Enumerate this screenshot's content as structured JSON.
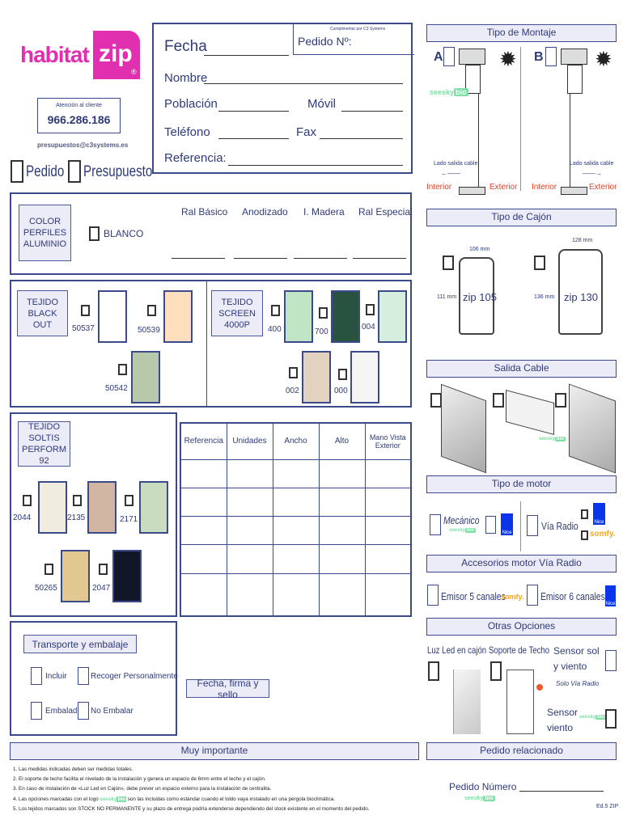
{
  "logo": {
    "brand": "habitat",
    "brand2": "zip",
    "reg": "®"
  },
  "contact": {
    "label": "Atención al cliente",
    "phone": "966.286.186",
    "email": "presupuestos@c3systems.es"
  },
  "type_options": [
    "Pedido",
    "Presupuesto"
  ],
  "header": {
    "c3_note": "Cumplimentar por C3 Systems",
    "pedido_no": "Pedido Nº:",
    "fecha": "Fecha",
    "nombre": "Nombre",
    "poblacion": "Población",
    "movil": "Móvil",
    "telefono": "Teléfono",
    "fax": "Fax",
    "referencia": "Referencia:"
  },
  "color": {
    "label": "COLOR PERFILES ALUMINIO",
    "blanco": "BLANCO",
    "columns": [
      "Ral Básico",
      "Anodizado",
      "I. Madera",
      "Ral Especial"
    ]
  },
  "blackout": {
    "label": "TEJIDO BLACK OUT",
    "swatches": [
      {
        "code": "50537",
        "color": "#ffffff"
      },
      {
        "code": "50539",
        "color": "#ffdfbd"
      },
      {
        "code": "50542",
        "color": "#b7c8ab"
      }
    ]
  },
  "screen": {
    "label": "TEJIDO SCREEN 4000P",
    "swatches": [
      {
        "code": "400",
        "color": "#bfe5c6"
      },
      {
        "code": "700",
        "color": "#2a5240"
      },
      {
        "code": "004",
        "color": "#d5eedd"
      },
      {
        "code": "002",
        "color": "#e3d2bf"
      },
      {
        "code": "000",
        "color": "#f5f5f5"
      }
    ]
  },
  "soltis": {
    "label": "TEJIDO SOLTIS PERFORM 92",
    "swatches": [
      {
        "code": "2044",
        "color": "#f0ece0"
      },
      {
        "code": "2135",
        "color": "#d2b5a2"
      },
      {
        "code": "2171",
        "color": "#c9dcc0"
      },
      {
        "code": "50265",
        "color": "#e0c890"
      },
      {
        "code": "2047",
        "color": "#111628"
      }
    ]
  },
  "table": {
    "headers": [
      "Referencia",
      "Unidades",
      "Ancho",
      "Alto",
      "Mano Vista Exterior"
    ]
  },
  "transport": {
    "title": "Transporte y embalaje",
    "options": [
      "Incluir",
      "Recoger Personalmente",
      "Embalado",
      "No Embalar"
    ],
    "firma": "Fecha, firma y sello"
  },
  "important": {
    "title": "Muy importante",
    "notes": [
      "1. Las medidas indicadas deben ser medidas totales.",
      "2. El soporte de techo facilita el nivelado de la instalación y genera un espacio de 6mm entre el techo y el cajón.",
      "3. En caso de instalación de «Luz Led en Cajón», debe prever un espacio externo para la instalación de centralita.",
      "4. Las opciones marcadas con el logo",
      "son las incluidas como estándar cuando el toldo vaya instalado en una pérgola bioclimática.",
      "5. Los tejidos marcados son STOCK NO PERMANENTE y su plazo de entrega podría extenderse dependiendo del stock existente en el momento del pedido."
    ]
  },
  "montaje": {
    "title": "Tipo de Montaje",
    "a": "A",
    "b": "B",
    "cable": "Lado salida cable",
    "interior": "Interior",
    "exterior": "Exterior"
  },
  "seesky": {
    "name": "seesky",
    "bio": "bio"
  },
  "cajon": {
    "title": "Tipo de Cajón",
    "z105": "zip 105",
    "z130": "zip 130",
    "w105": "106 mm",
    "h105": "111 mm",
    "w130": "128 mm",
    "h130": "136 mm"
  },
  "salida": {
    "title": "Salida Cable"
  },
  "motor": {
    "title": "Tipo de motor",
    "mecanico": "Mecánico",
    "radio": "Vía Radio",
    "nice": "Nice",
    "somfy": "somfy."
  },
  "accesorios": {
    "title": "Accesorios motor Vía Radio",
    "e5": "Emisor 5 canales",
    "e6": "Emisor 6 canales"
  },
  "otras": {
    "title": "Otras Opciones",
    "led": "Luz Led en cajón",
    "soporte": "Soporte de Techo",
    "sensor_sv": "Sensor sol y viento",
    "solo_radio": "Solo Vía Radio",
    "sensor_v": "Sensor viento"
  },
  "relacionado": {
    "title": "Pedido relacionado",
    "numero": "Pedido Número",
    "edition": "Ed.5 ZIP"
  }
}
